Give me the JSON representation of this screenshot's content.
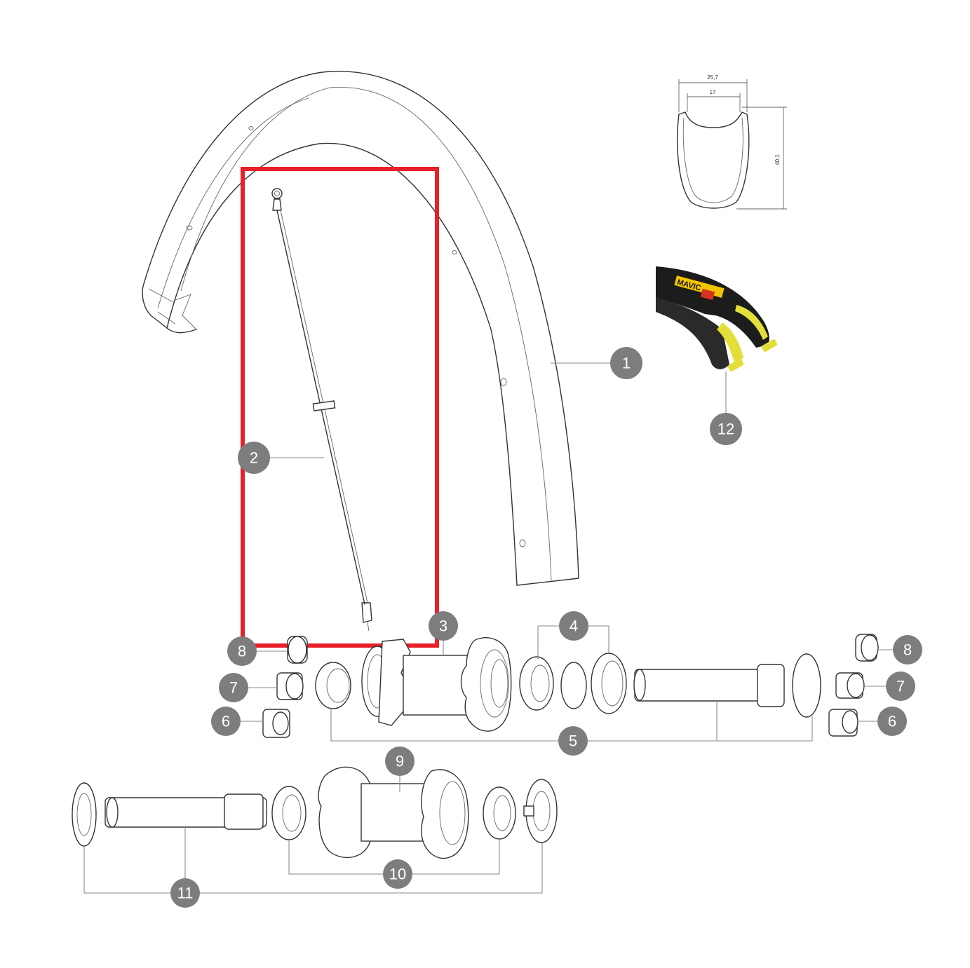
{
  "diagram": {
    "callouts": [
      {
        "id": "rim",
        "label": "1"
      },
      {
        "id": "spoke",
        "label": "2"
      },
      {
        "id": "hub-body",
        "label": "3"
      },
      {
        "id": "bearings",
        "label": "4"
      },
      {
        "id": "axle-kit",
        "label": "5"
      },
      {
        "id": "end-cap-left",
        "label": "6"
      },
      {
        "id": "adapter-left",
        "label": "7"
      },
      {
        "id": "qr-adapter-left",
        "label": "8"
      },
      {
        "id": "front-hub",
        "label": "9"
      },
      {
        "id": "front-bearings",
        "label": "10"
      },
      {
        "id": "front-axle-kit",
        "label": "11"
      },
      {
        "id": "tire",
        "label": "12"
      },
      {
        "id": "qr-adapter-right",
        "label": "8"
      },
      {
        "id": "adapter-right",
        "label": "7"
      },
      {
        "id": "end-cap-right",
        "label": "6"
      }
    ],
    "rim_profile": {
      "width_outer": "25,7",
      "width_inner": "17",
      "height": "40,1"
    },
    "tire_brand": "MAVIC",
    "highlight_color": "#e8202a",
    "callout_color": "#7d7d7d",
    "tire_accent_color": "#e3df3a"
  }
}
